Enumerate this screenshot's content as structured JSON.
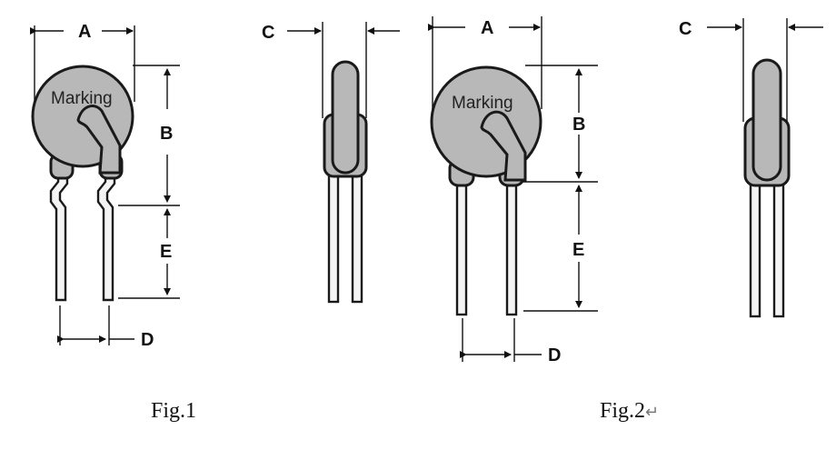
{
  "fig1": {
    "marking": "Marking",
    "labels": {
      "a": "A",
      "b": "B",
      "c": "C",
      "d": "D",
      "e": "E"
    },
    "caption": "Fig.1"
  },
  "fig2": {
    "marking": "Marking",
    "labels": {
      "a": "A",
      "b": "B",
      "c": "C",
      "d": "D",
      "e": "E"
    },
    "caption": "Fig.2",
    "caption_mark": "↵"
  },
  "colors": {
    "body_fill": "#b8b8b8",
    "outline": "#1a1a1a"
  }
}
